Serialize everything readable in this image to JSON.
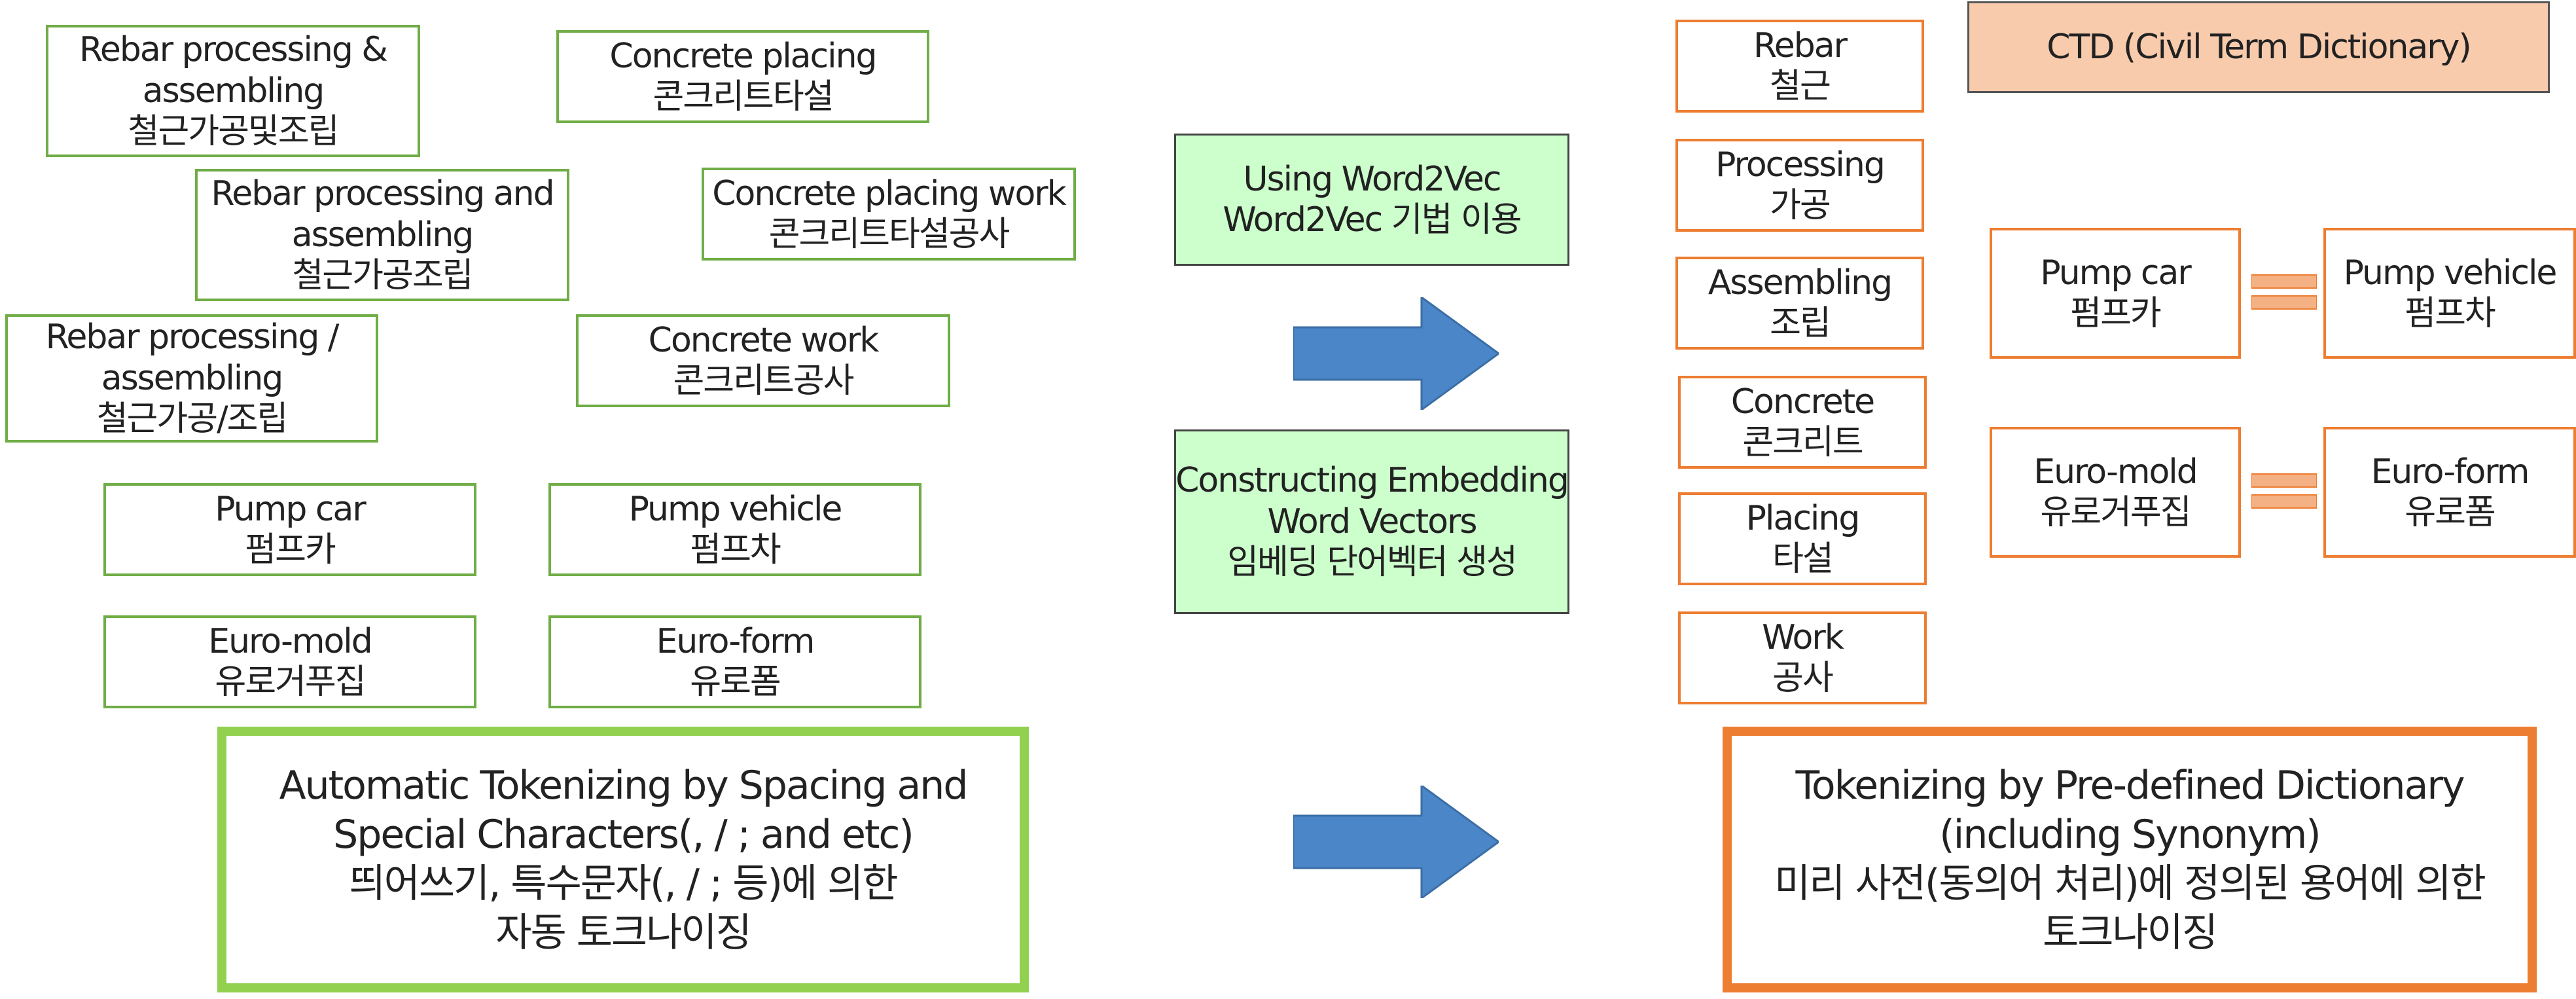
{
  "left_terms": [
    {
      "lines": [
        "Rebar processing &",
        "assembling",
        "철근가공및조립"
      ]
    },
    {
      "lines": [
        "Concrete placing",
        "콘크리트타설"
      ]
    },
    {
      "lines": [
        "Rebar processing and",
        "assembling",
        "철근가공조립"
      ]
    },
    {
      "lines": [
        "Concrete placing work",
        "콘크리트타설공사"
      ]
    },
    {
      "lines": [
        "Rebar processing /",
        "assembling",
        "철근가공/조립"
      ]
    },
    {
      "lines": [
        "Concrete work",
        "콘크리트공사"
      ]
    },
    {
      "lines": [
        "Pump car",
        "펌프카"
      ]
    },
    {
      "lines": [
        "Pump vehicle",
        "펌프차"
      ]
    },
    {
      "lines": [
        "Euro-mold",
        "유로거푸집"
      ]
    },
    {
      "lines": [
        "Euro-form",
        "유로폼"
      ]
    }
  ],
  "left_method": {
    "lines": [
      "Automatic Tokenizing by Spacing and",
      "Special Characters(, / ; and etc)",
      "띄어쓰기, 특수문자(, / ; 등)에 의한",
      "자동 토크나이징"
    ]
  },
  "middle": {
    "word2vec": {
      "lines": [
        "Using Word2Vec",
        "Word2Vec 기법 이용"
      ]
    },
    "embedding": {
      "lines": [
        "Constructing Embedding",
        "Word Vectors",
        "임베딩 단어벡터 생성"
      ]
    }
  },
  "right_tokens": [
    {
      "lines": [
        "Rebar",
        "철근"
      ]
    },
    {
      "lines": [
        "Processing",
        "가공"
      ]
    },
    {
      "lines": [
        "Assembling",
        "조립"
      ]
    },
    {
      "lines": [
        "Concrete",
        "콘크리트"
      ]
    },
    {
      "lines": [
        "Placing",
        "타설"
      ]
    },
    {
      "lines": [
        "Work",
        "공사"
      ]
    }
  ],
  "ctd": {
    "label": "CTD (Civil Term Dictionary)"
  },
  "synonyms": [
    {
      "left": {
        "lines": [
          "Pump car",
          "펌프카"
        ]
      },
      "right": {
        "lines": [
          "Pump vehicle",
          "펌프차"
        ]
      }
    },
    {
      "left": {
        "lines": [
          "Euro-mold",
          "유로거푸집"
        ]
      },
      "right": {
        "lines": [
          "Euro-form",
          "유로폼"
        ]
      }
    }
  ],
  "right_method": {
    "lines": [
      "Tokenizing by Pre-defined Dictionary",
      "(including Synonym)",
      "미리 사전(동의어 처리)에 정의된 용어에 의한",
      "토크나이징"
    ]
  },
  "colors": {
    "green": "#70ad47",
    "light_green": "#92d050",
    "orange": "#ed7d31",
    "arrow_blue": "#4a86c8",
    "method_fill": "#ccffcc",
    "ctd_fill": "#f8cbad",
    "equals_fill": "#f4b183"
  }
}
